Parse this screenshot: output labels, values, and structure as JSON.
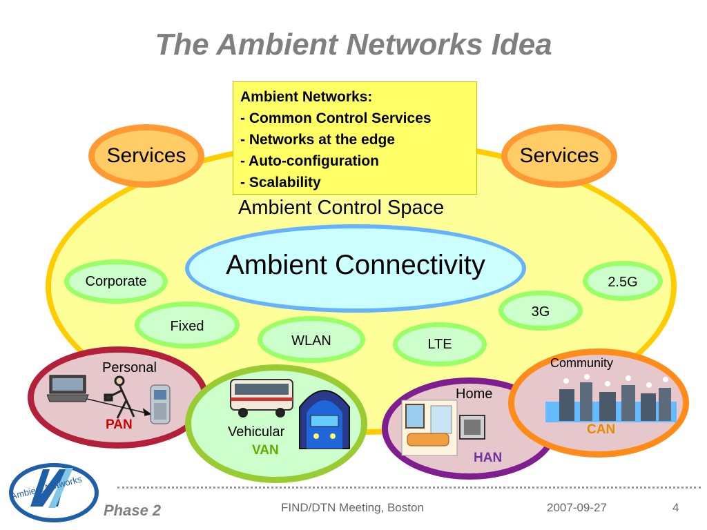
{
  "title": "The Ambient Networks Idea",
  "callout": {
    "heading": "Ambient Networks:",
    "items": [
      "- Common Control Services",
      "- Networks at the edge",
      "- Auto-configuration",
      "- Scalability"
    ]
  },
  "services_left": "Services",
  "services_right": "Services",
  "space_label": "Ambient Control Space",
  "connectivity_label": "Ambient Connectivity",
  "networks": {
    "corporate": "Corporate",
    "fixed": "Fixed",
    "wlan": "WLAN",
    "lte": "LTE",
    "g3": "3G",
    "g25": "2.5G"
  },
  "areas": {
    "personal": {
      "name": "Personal",
      "acronym": "PAN"
    },
    "vehicular": {
      "name": "Vehicular",
      "acronym": "VAN"
    },
    "home": {
      "name": "Home",
      "acronym": "HAN"
    },
    "community": {
      "name": "Community",
      "acronym": "CAN"
    }
  },
  "logo_text": "Ambient Networks",
  "footer": {
    "phase": "Phase 2",
    "meeting": "FIND/DTN Meeting, Boston",
    "date": "2007-09-27",
    "page": "4"
  },
  "colors": {
    "space_fill": "#ffff99",
    "space_border": "#ffcc00",
    "services_fill": "#ffcc66",
    "services_border": "#ff9933",
    "connectivity_fill": "#ccffff",
    "connectivity_border": "#66b2ff",
    "network_fill": "#ccffcc",
    "network_border": "#99ff66",
    "pan_border": "#b3203a",
    "van_border": "#99cc33",
    "han_border": "#7f1f8f",
    "can_border": "#ff8c1a",
    "acr_red": "#cc0000",
    "acr_green": "#66aa00",
    "acr_purple": "#7030a0",
    "acr_orange": "#e68a00"
  },
  "icons": [
    "laptop-icon",
    "walking-person-icon",
    "mobile-phone-icon",
    "bus-icon",
    "train-tunnel-icon",
    "living-room-icon",
    "tv-icon",
    "city-crowd-icon"
  ]
}
